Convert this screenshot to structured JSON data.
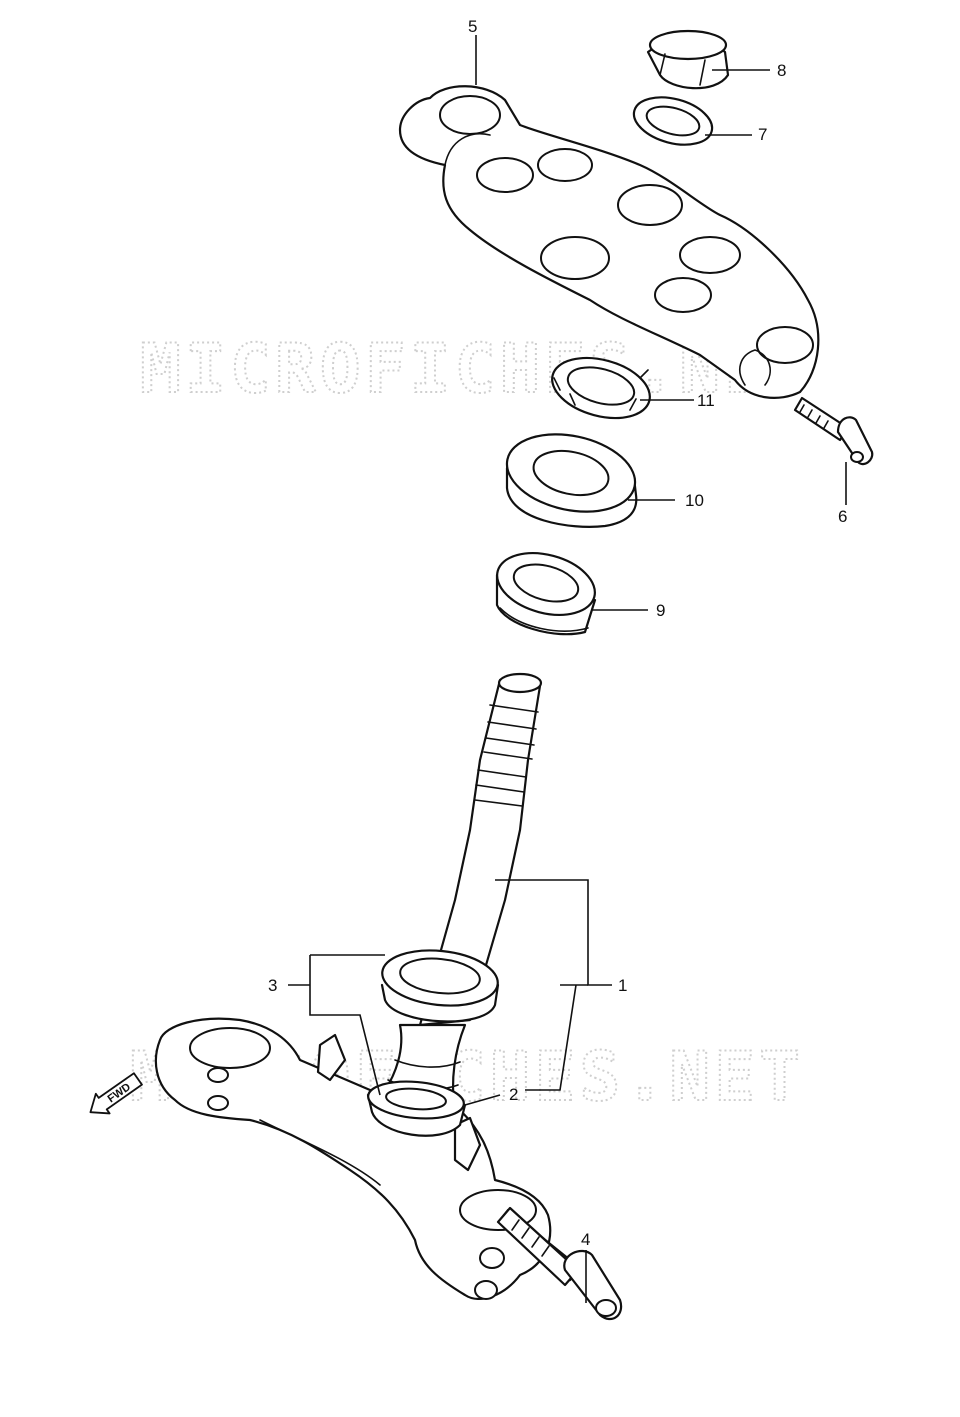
{
  "watermark": {
    "text": "MICROFICHES.NET",
    "color": "#cfcfcf"
  },
  "direction_marker": {
    "label": "FWD",
    "icon": "arrow-left-down-icon"
  },
  "callouts": [
    {
      "id": "1",
      "label": "1"
    },
    {
      "id": "2",
      "label": "2"
    },
    {
      "id": "3",
      "label": "3"
    },
    {
      "id": "4",
      "label": "4"
    },
    {
      "id": "5",
      "label": "5"
    },
    {
      "id": "6",
      "label": "6"
    },
    {
      "id": "7",
      "label": "7"
    },
    {
      "id": "8",
      "label": "8"
    },
    {
      "id": "9",
      "label": "9"
    },
    {
      "id": "10",
      "label": "10"
    },
    {
      "id": "11",
      "label": "11"
    }
  ]
}
